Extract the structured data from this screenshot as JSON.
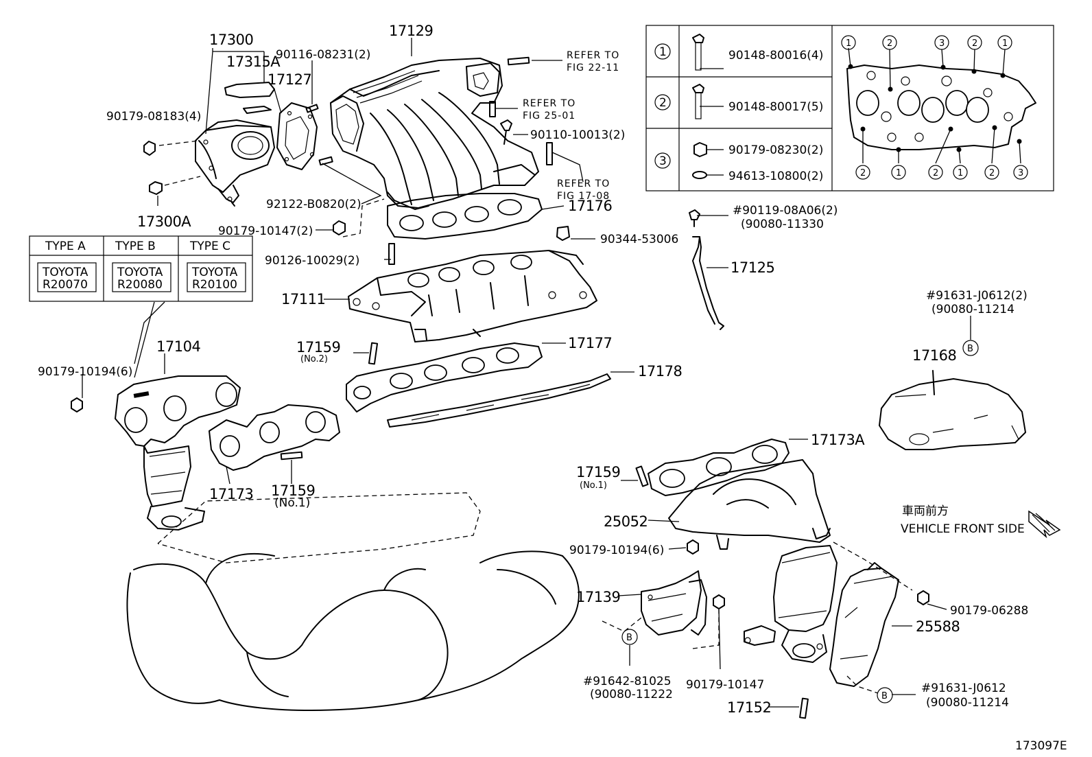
{
  "figure_id": "173097E",
  "labels": {
    "p17300": "17300",
    "p17315A": "17315A",
    "p90116": "90116-08231(2)",
    "p17127": "17127",
    "p17129": "17129",
    "p90179_08183": "90179-08183(4)",
    "p17300A": "17300A",
    "p92122": "92122-B0820(2)",
    "p90179_10147a": "90179-10147(2)",
    "p17176": "17176",
    "p90126": "90126-10029(2)",
    "p90344": "90344-53006",
    "p90110": "90110-10013(2)",
    "p17111": "17111",
    "p17125": "17125",
    "p90119": "#90119-08A06(2)",
    "p90119_alt": "(90080-11330",
    "p17159_no2": "17159",
    "p17159_no2_sub": "(No.2)",
    "p17177": "17177",
    "p17178": "17178",
    "p17104": "17104",
    "p90179_10194a": "90179-10194(6)",
    "p17173": "17173",
    "p17159_no1a": "17159",
    "p17159_no1a_sub": "(No.1)",
    "p91631a": "#91631-J0612(2)",
    "p91631a_alt": "(90080-11214",
    "p17168": "17168",
    "p17173A": "17173A",
    "p17159_no1b": "17159",
    "p17159_no1b_sub": "(No.1)",
    "p25052": "25052",
    "p90179_10194b": "90179-10194(6)",
    "p17139": "17139",
    "p90179_06288": "90179-06288",
    "p25588": "25588",
    "p91642": "#91642-81025",
    "p91642_alt": "(90080-11222",
    "p90179_10147b": "90179-10147",
    "p91631b": "#91631-J0612",
    "p91631b_alt": "(90080-11214",
    "p17152": "17152"
  },
  "refer": [
    {
      "line1": "REFER TO",
      "line2": "FIG 22-11"
    },
    {
      "line1": "REFER TO",
      "line2": "FIG 25-01"
    },
    {
      "line1": "REFER TO",
      "line2": "FIG 17-08"
    }
  ],
  "types_table": {
    "headers": [
      "TYPE A",
      "TYPE B",
      "TYPE C"
    ],
    "stamps": [
      {
        "brand": "TOYOTA",
        "code": "R20070"
      },
      {
        "brand": "TOYOTA",
        "code": "R20080"
      },
      {
        "brand": "TOYOTA",
        "code": "R20100"
      }
    ]
  },
  "bolt_table": {
    "rows": [
      {
        "key": "1",
        "parts": [
          "90148-80016(4)"
        ]
      },
      {
        "key": "2",
        "parts": [
          "90148-80017(5)"
        ]
      },
      {
        "key": "3",
        "parts": [
          "90179-08230(2)",
          "94613-10800(2)"
        ]
      }
    ],
    "pattern_top": [
      "1",
      "2",
      "3",
      "2",
      "1"
    ],
    "pattern_bottom": [
      "2",
      "1",
      "2",
      "1",
      "2",
      "3"
    ]
  },
  "direction": {
    "jp": "車両前方",
    "en": "VEHICLE FRONT SIDE"
  },
  "circle_letter": "B"
}
